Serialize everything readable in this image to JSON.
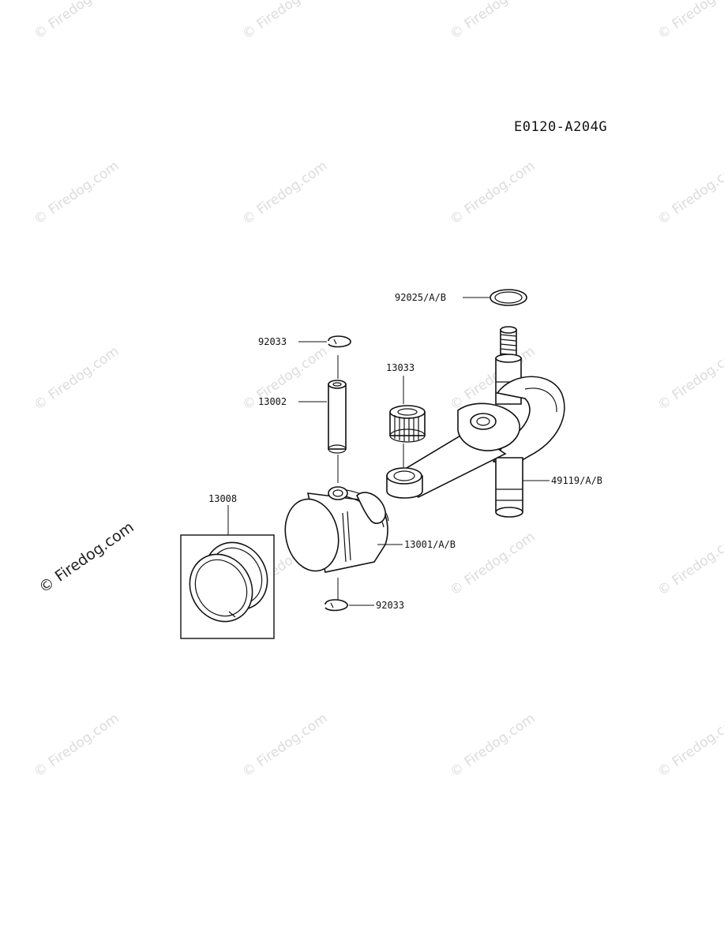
{
  "diagram_code": "E0120-A204G",
  "watermark": "© Firedog.com",
  "callouts": {
    "washer": "92025/A/B",
    "circlip_top": "92033",
    "bearing": "13033",
    "piston_pin": "13002",
    "crankshaft": "49119/A/B",
    "piston_ring": "13008",
    "piston": "13001/A/B",
    "circlip_bottom": "92033"
  }
}
